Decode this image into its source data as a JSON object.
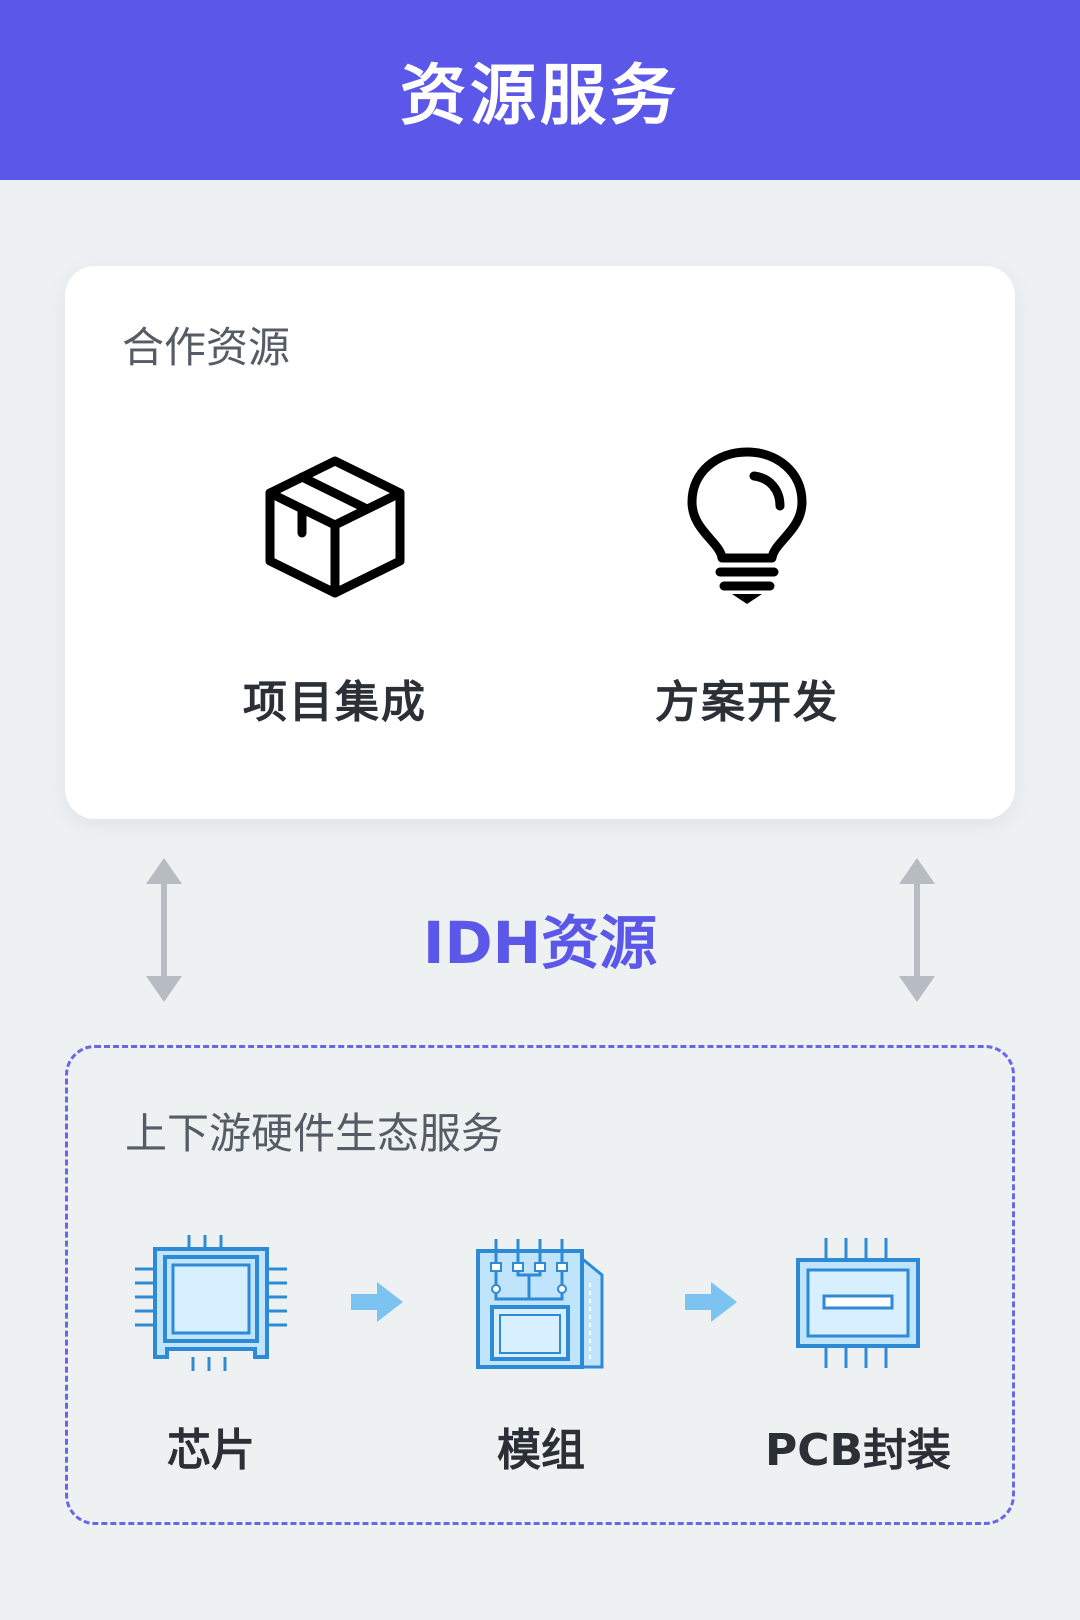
{
  "header": {
    "title": "资源服务"
  },
  "cooperation": {
    "title": "合作资源",
    "items": [
      {
        "label": "项目集成",
        "icon": "box-icon"
      },
      {
        "label": "方案开发",
        "icon": "lightbulb-icon"
      }
    ]
  },
  "idh": {
    "label": "IDH资源"
  },
  "ecosystem": {
    "title": "上下游硬件生态服务",
    "items": [
      {
        "label": "芯片",
        "icon": "chip-icon"
      },
      {
        "label": "模组",
        "icon": "module-icon"
      },
      {
        "label": "PCB封装",
        "icon": "pcb-package-icon"
      }
    ]
  },
  "colors": {
    "accent": "#5b57e8",
    "background": "#edf1f2",
    "icon_fill": "#bfe4fb",
    "icon_stroke": "#2f8ad6",
    "flow_arrow": "#7cc3f2",
    "vertical_arrow": "#b6bcc2"
  }
}
